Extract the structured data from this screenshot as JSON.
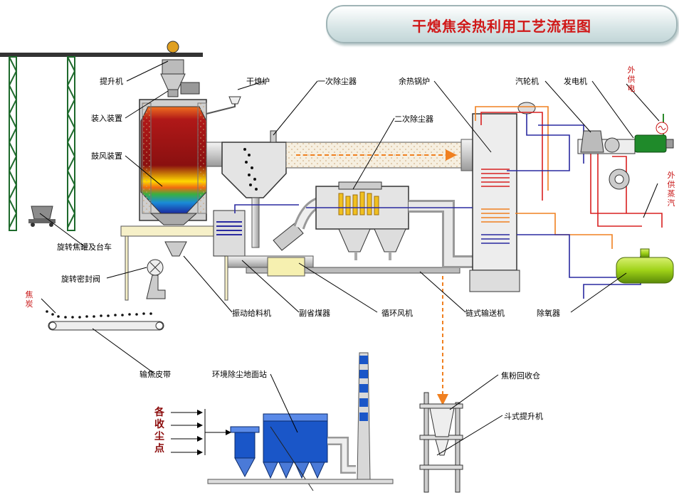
{
  "title": "干熄焦余热利用工艺流程图",
  "labels": {
    "hoist": "提升机",
    "charging": "装入装置",
    "blower": "鼓风装置",
    "bucket_car": "旋转焦罐及台车",
    "rotary_valve": "旋转密封阀",
    "coke_belt": "输焦皮带",
    "cdq_furnace": "干熄炉",
    "primary_dust": "一次除尘器",
    "secondary_dust": "二次除尘器",
    "boiler": "余热锅炉",
    "turbine": "汽轮机",
    "generator": "发电机",
    "vib_feeder": "振动给料机",
    "aux_economizer": "副省煤器",
    "circ_fan": "循环风机",
    "chain_conveyor": "链式输送机",
    "deaerator": "除氧器",
    "env_dust_station": "环境除尘地面站",
    "coke_powder_bin": "焦粉回收仓",
    "bucket_elevator": "斗式提升机",
    "coke": "焦炭",
    "ext_power": "外供电",
    "ext_steam": "外供蒸汽",
    "dust_points": "各收尘点"
  },
  "colors": {
    "title": "#d01818",
    "gas_duct": "#c8c8c8",
    "water_line": "#d82020",
    "steam_line": "#2a2aa0",
    "orange_line": "#f08020",
    "deaerator": "#9fd218",
    "generator": "#1f8a2a",
    "dust_collector": "#1a56c8",
    "tower_frame": "#1e6a2c"
  }
}
